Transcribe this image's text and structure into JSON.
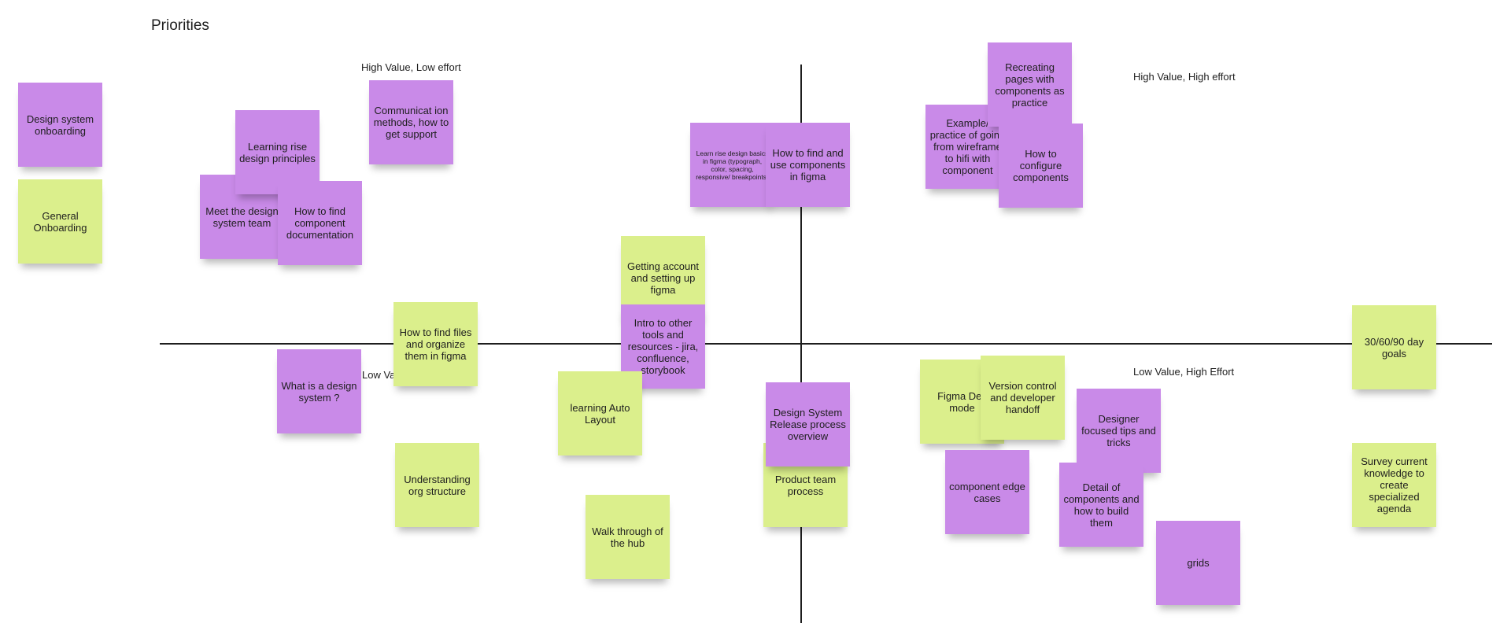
{
  "board": {
    "title": "Priorities",
    "colors": {
      "purple": "#c98ae8",
      "green": "#dbef8c",
      "axis": "#1e1e1e"
    },
    "quadrants": {
      "top_left": "High Value, Low effort",
      "top_right": "High Value, High effort",
      "bottom_left": "Low Value, Low effort",
      "bottom_right": "Low Value, High Effort"
    },
    "notes": {
      "design_system_onboarding": "Design system onboarding",
      "general_onboarding": "General Onboarding",
      "learning_rise_principles": "Learning rise design principles",
      "communication_methods": "Communicat ion methods, how to get support",
      "meet_design_system_team": "Meet the design system team",
      "find_component_docs": "How to find component documentation",
      "learn_rise_basics": "Learn rise design basics in figma (typograph, color, spacing, responsive/ breakpoints)",
      "find_use_components": "How to find and use components in figma",
      "recreating_pages": "Recreating pages with components as practice",
      "example_wireframe": "Example/ practice of going from wireframe to hifi with component",
      "configure_components": "How to configure components",
      "getting_account_figma": "Getting account and setting up figma",
      "intro_other_tools": "Intro to other tools and resources - jira, confluence, storybook",
      "find_files_figma": "How to find files and organize them in figma",
      "what_is_design_system": "What is a design system ?",
      "learning_auto_layout": "learning Auto Layout",
      "understanding_org": "Understanding org structure",
      "walk_through_hub": "Walk through of the hub",
      "release_process": "Design System Release process overview",
      "product_team_process": "Product team process",
      "figma_dev_mode": "Figma Dev mode",
      "version_control": "Version control and developer handoff",
      "designer_tips": "Designer focused tips and tricks",
      "component_edge_cases": "component edge cases",
      "detail_of_components": "Detail of components and how to build them",
      "grids": "grids",
      "goals_30_60_90": "30/60/90 day goals",
      "survey_knowledge": "Survey current knowledge to create specialized agenda"
    }
  }
}
